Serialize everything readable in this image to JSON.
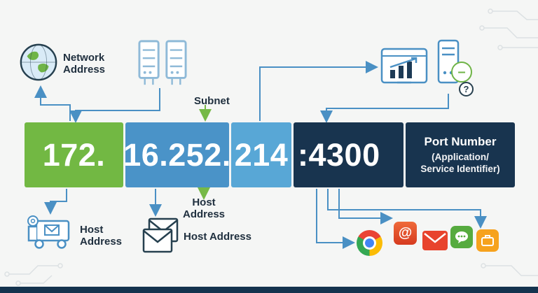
{
  "address": {
    "segments": [
      {
        "text": "172.",
        "part": "network-address",
        "bg": "#72b843"
      },
      {
        "text": "16.252.",
        "part": "subnet",
        "bg": "#4a93c8"
      },
      {
        "text": "214",
        "part": "host-address",
        "bg": "#58a7d6"
      },
      {
        "text": ":4300",
        "part": "port",
        "bg": "#18344f"
      }
    ],
    "port_box": {
      "bg": "#18344f",
      "title": "Port Number",
      "sub1": "(Application/",
      "sub2": "Service Identifier)"
    }
  },
  "labels": {
    "network_line1": "Network",
    "network_line2": "Address",
    "subnet": "Subnet",
    "host_mid_line1": "Host",
    "host_mid_line2": "Address",
    "host_truck_line1": "Host",
    "host_truck_line2": "Address",
    "host_mail": "Host Address"
  },
  "glyphs": {
    "minus": "–",
    "question": "?",
    "at": "@"
  },
  "icons": {
    "top_left": "globe-icon",
    "top_mid": "server-rack-icon",
    "top_right_monitor": "analytics-monitor-icon",
    "top_right_tower": "server-tower-icon",
    "bottom_left": "mail-truck-icon",
    "bottom_mid": "envelope-stack-icon",
    "browser": "chrome-browser-icon",
    "email_at": "at-email-icon",
    "email": "mail-app-icon",
    "green_app": "green-app-icon",
    "orange_app": "orange-app-icon"
  },
  "colors": {
    "arrow_blue": "#4a90c4",
    "arrow_green": "#76b947",
    "label_text": "#20303f",
    "background": "#f5f6f5",
    "bottom_bar": "#14334e"
  }
}
